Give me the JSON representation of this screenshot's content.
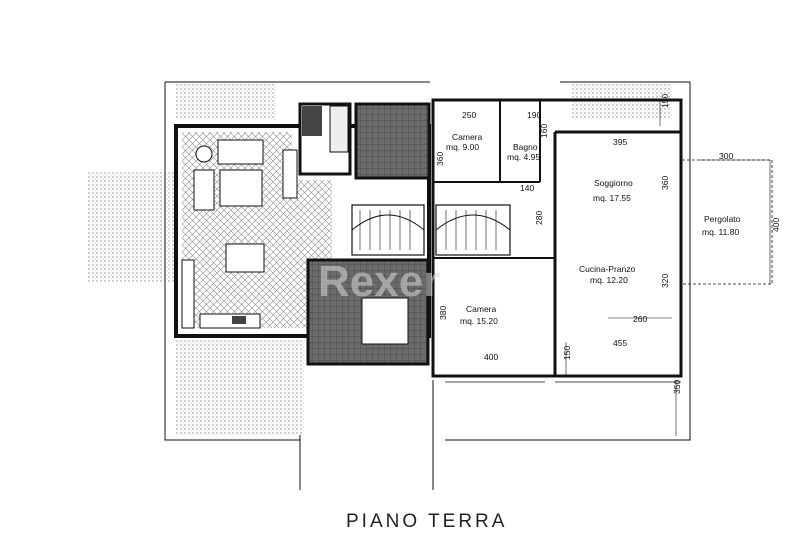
{
  "title": "PIANO TERRA",
  "watermark": "Rexer",
  "rooms": [
    {
      "name": "Camera",
      "area": "mq. 9.00"
    },
    {
      "name": "Bagno",
      "area": "mq. 4.95"
    },
    {
      "name": "Soggiorno",
      "area": "mq. 17.55"
    },
    {
      "name": "Cucina-Pranzo",
      "area": "mq. 12.20"
    },
    {
      "name": "Camera",
      "area": "mq. 15.20"
    },
    {
      "name": "Pergolato",
      "area": "mq. 11.80"
    }
  ],
  "dimensions": [
    "250",
    "190",
    "160",
    "360",
    "140",
    "395",
    "360",
    "280",
    "300",
    "400",
    "380",
    "400",
    "320",
    "260",
    "150",
    "455",
    "150",
    "350"
  ],
  "colors": {
    "wall": "#111111",
    "hatch": "#9a9a9a",
    "dark": "#555555"
  }
}
